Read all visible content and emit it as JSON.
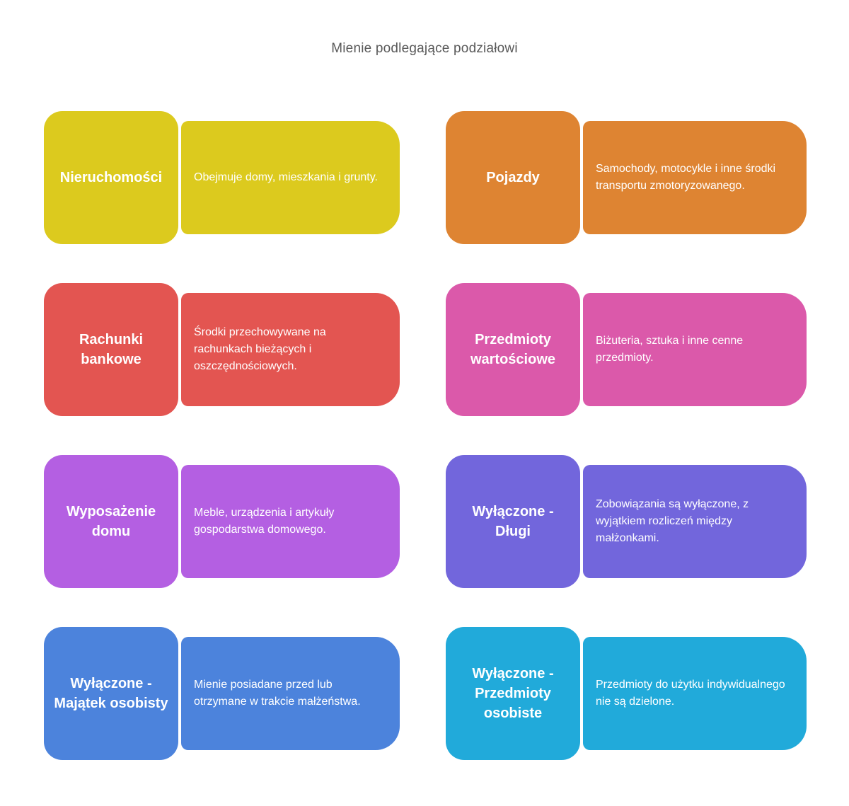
{
  "title": "Mienie podlegające podziałowi",
  "cards": [
    {
      "label": "Nieruchomości",
      "description": "Obejmuje domy, mieszkania i grunty.",
      "color": "#dcca1e"
    },
    {
      "label": "Pojazdy",
      "description": "Samochody, motocykle i inne środki transportu zmotoryzowanego.",
      "color": "#de8432"
    },
    {
      "label": "Rachunki bankowe",
      "description": "Środki przechowywane na rachunkach bieżących i oszczędnościowych.",
      "color": "#e35551"
    },
    {
      "label": "Przedmioty wartościowe",
      "description": "Biżuteria, sztuka i inne cenne przedmioty.",
      "color": "#db59aa"
    },
    {
      "label": "Wyposażenie domu",
      "description": "Meble, urządzenia i artykuły gospodarstwa domowego.",
      "color": "#b45fe2"
    },
    {
      "label": "Wyłączone - Długi",
      "description": "Zobowiązania są wyłączone, z wyjątkiem rozliczeń między małżonkami.",
      "color": "#7266dc"
    },
    {
      "label": "Wyłączone - Majątek osobisty",
      "description": "Mienie posiadane przed lub otrzymane w trakcie małżeństwa.",
      "color": "#4c83dc"
    },
    {
      "label": "Wyłączone - Przedmioty osobiste",
      "description": "Przedmioty do użytku indywidualnego nie są dzielone.",
      "color": "#21aada"
    }
  ]
}
